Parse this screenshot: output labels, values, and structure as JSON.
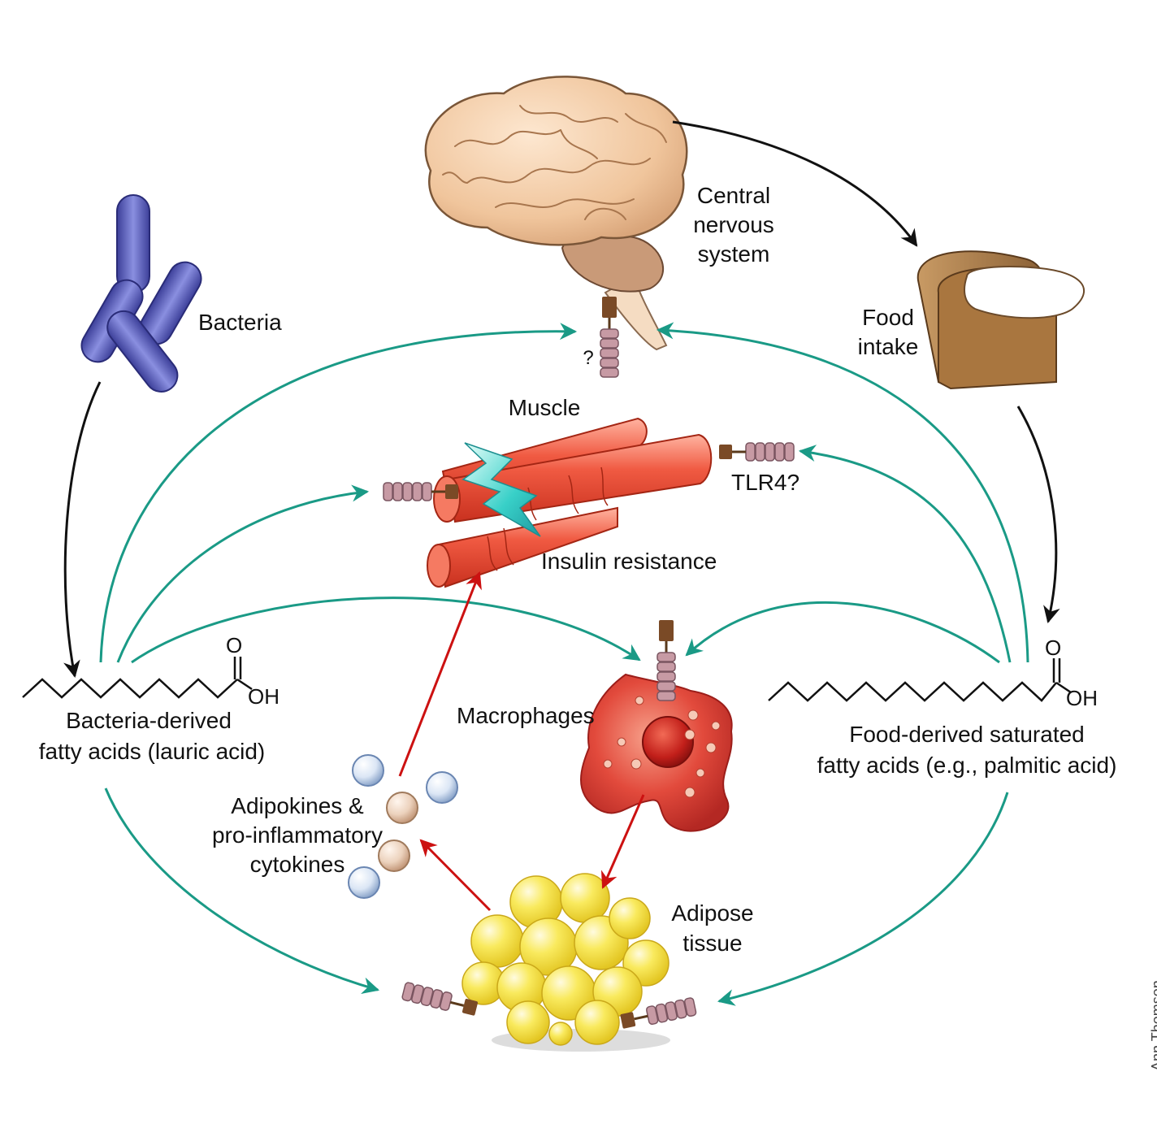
{
  "labels": {
    "cns": [
      "Central",
      "nervous",
      "system"
    ],
    "bacteria": "Bacteria",
    "food_intake": [
      "Food",
      "intake"
    ],
    "muscle": "Muscle",
    "tlr4": "TLR4?",
    "question": "?",
    "insulin_resistance": "Insulin resistance",
    "macrophages": "Macrophages",
    "bacteria_fa": [
      "Bacteria-derived",
      "fatty acids (lauric acid)"
    ],
    "food_fa": [
      "Food-derived saturated",
      "fatty acids (e.g., palmitic acid)"
    ],
    "adipokines": [
      "Adipokines &",
      "pro-inflammatory",
      "cytokines"
    ],
    "adipose": [
      "Adipose",
      "tissue"
    ],
    "carbonyl_o": "O",
    "hydroxyl": "OH",
    "credit": "Ann Thomson"
  },
  "colors": {
    "teal_arrow": "#1a9a86",
    "black_arrow": "#111111",
    "red_arrow": "#cc1111",
    "bacteria": "#5a5fb8",
    "muscle": "#ee5540",
    "adipose": "#f7e24a",
    "macrophage": "#e0423a",
    "receptor": "#c79aa4",
    "receptor_anchor": "#7a4a26",
    "brain": "#f0c7a0",
    "lightning": "#38d0c8"
  },
  "icons": [
    "brain-icon",
    "bacteria-icon",
    "bread-icon",
    "muscle-icon",
    "lightning-icon",
    "macrophage-icon",
    "adipose-icon",
    "cytokine-icon",
    "receptor-icon",
    "fatty-acid-chain-icon"
  ]
}
